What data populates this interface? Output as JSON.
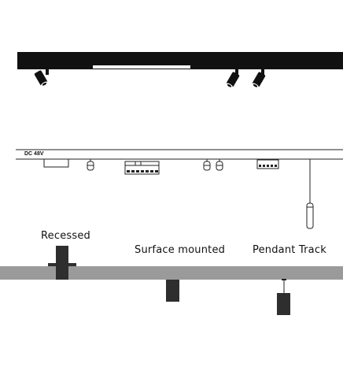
{
  "wiring": {
    "voltage_label": "DC 48V"
  },
  "mounting_types": [
    {
      "label": "Recessed"
    },
    {
      "label": "Surface mounted"
    },
    {
      "label": "Pendant Track"
    }
  ],
  "colors": {
    "track": "#111111",
    "ceiling": "#9a9a9a",
    "fixture": "#2e2e2e",
    "line": "#222222",
    "led_strip": "#ffffff"
  }
}
